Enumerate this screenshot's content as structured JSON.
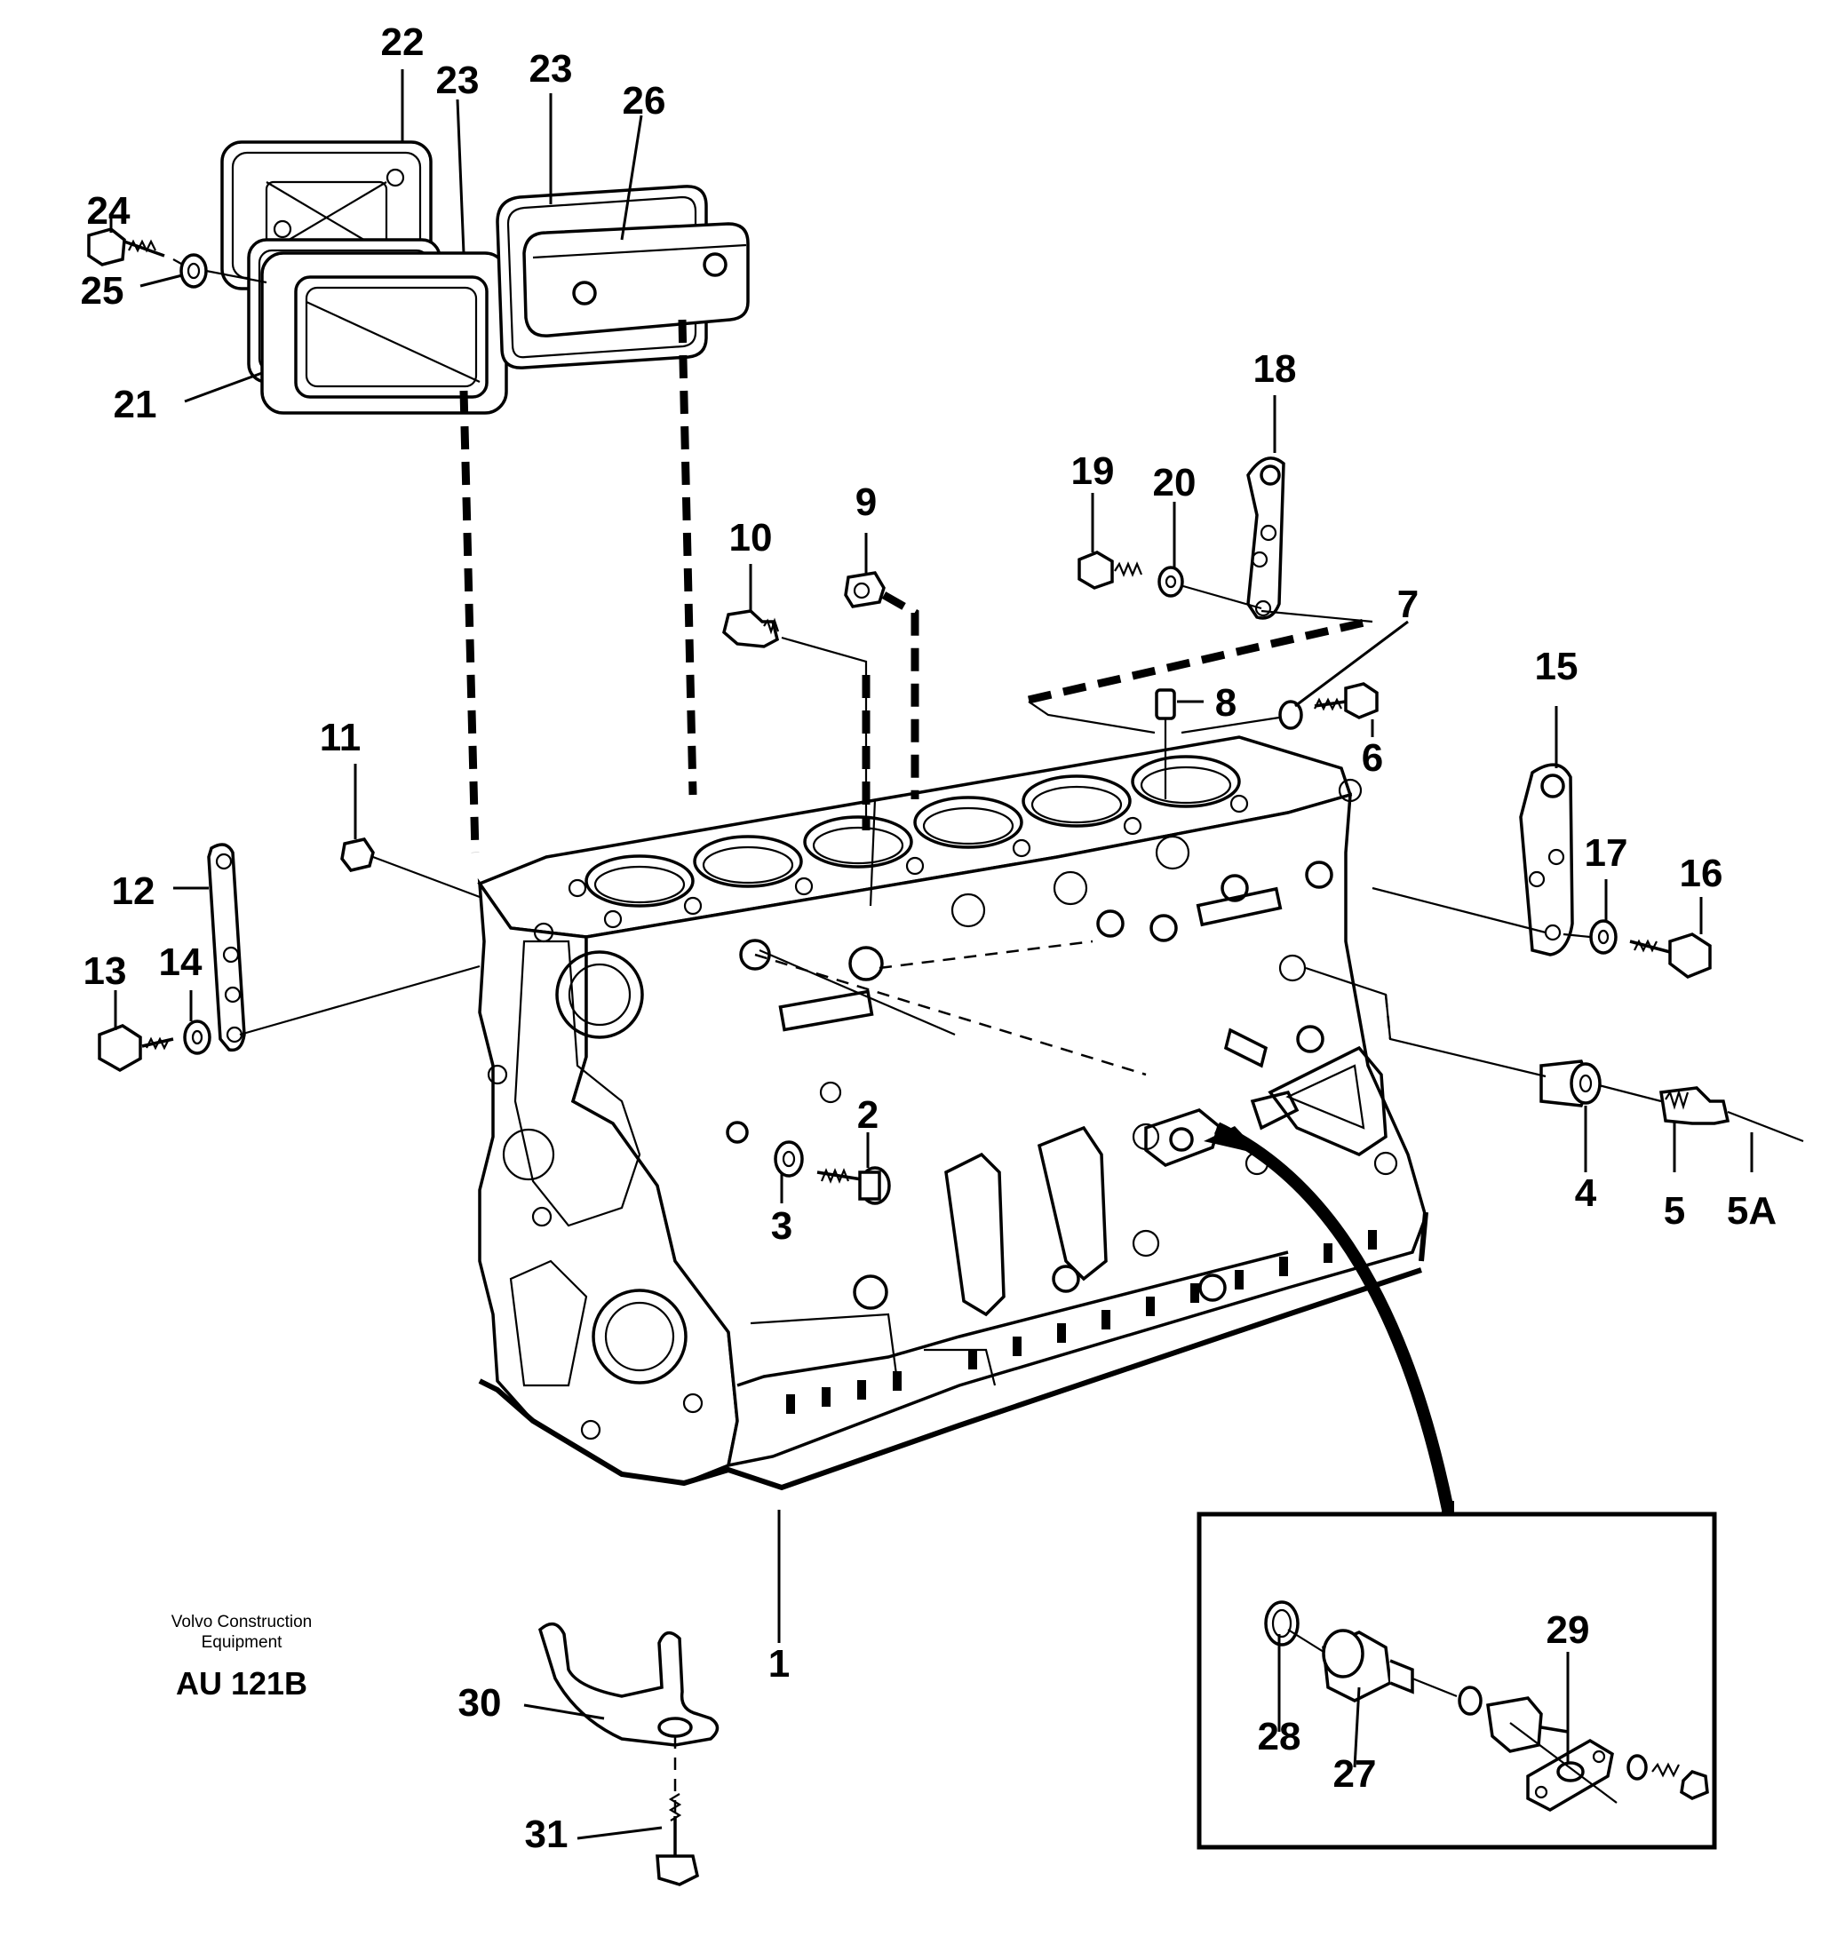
{
  "footer": {
    "brand_line1": "Volvo Construction",
    "brand_line2": "Equipment",
    "drawing_code": "AU 121B"
  },
  "callouts": {
    "c1": "1",
    "c2": "2",
    "c3": "3",
    "c4": "4",
    "c5": "5",
    "c5a": "5A",
    "c6": "6",
    "c7": "7",
    "c8": "8",
    "c9": "9",
    "c10": "10",
    "c11": "11",
    "c12": "12",
    "c13": "13",
    "c14": "14",
    "c15": "15",
    "c16": "16",
    "c17": "17",
    "c18": "18",
    "c19": "19",
    "c20": "20",
    "c21": "21",
    "c22": "22",
    "c23a": "23",
    "c23b": "23",
    "c24": "24",
    "c25": "25",
    "c26": "26",
    "c27": "27",
    "c28": "28",
    "c29": "29",
    "c30": "30",
    "c31": "31"
  }
}
